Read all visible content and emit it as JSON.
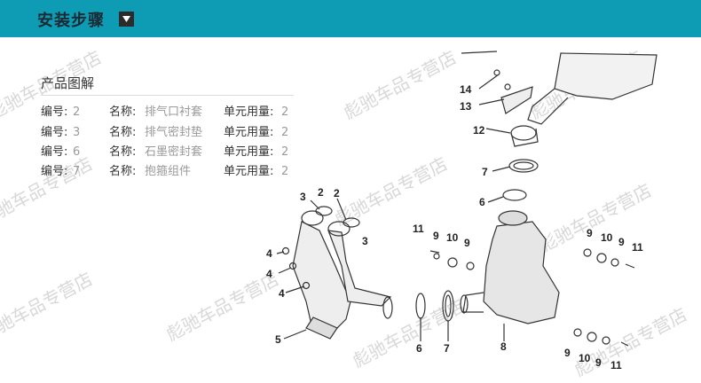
{
  "header": {
    "title": "安装步骤",
    "dropdown_icon": "triangle-down-icon",
    "background": "#0e9bb4"
  },
  "watermark_text": "彪驰车品专营店",
  "section": {
    "title": "产品图解"
  },
  "parts": [
    {
      "no_label": "编号:",
      "no": "2",
      "name_label": "名称:",
      "name": "排气口衬套",
      "qty_label": "单元用量:",
      "qty": "2"
    },
    {
      "no_label": "编号:",
      "no": "3",
      "name_label": "名称:",
      "name": "排气密封垫",
      "qty_label": "单元用量:",
      "qty": "2"
    },
    {
      "no_label": "编号:",
      "no": "6",
      "name_label": "名称:",
      "name": "石墨密封套",
      "qty_label": "单元用量:",
      "qty": "2"
    },
    {
      "no_label": "编号:",
      "no": "7",
      "name_label": "名称:",
      "name": "抱箍组件",
      "qty_label": "单元用量:",
      "qty": "2"
    }
  ],
  "diagram": {
    "callouts": [
      "14",
      "13",
      "12",
      "7",
      "6",
      "3",
      "2",
      "2",
      "3",
      "4",
      "4",
      "4",
      "5",
      "11",
      "10",
      "9",
      "9",
      "6",
      "7",
      "8",
      "9",
      "10",
      "9",
      "11",
      "9",
      "10",
      "9",
      "11"
    ]
  }
}
